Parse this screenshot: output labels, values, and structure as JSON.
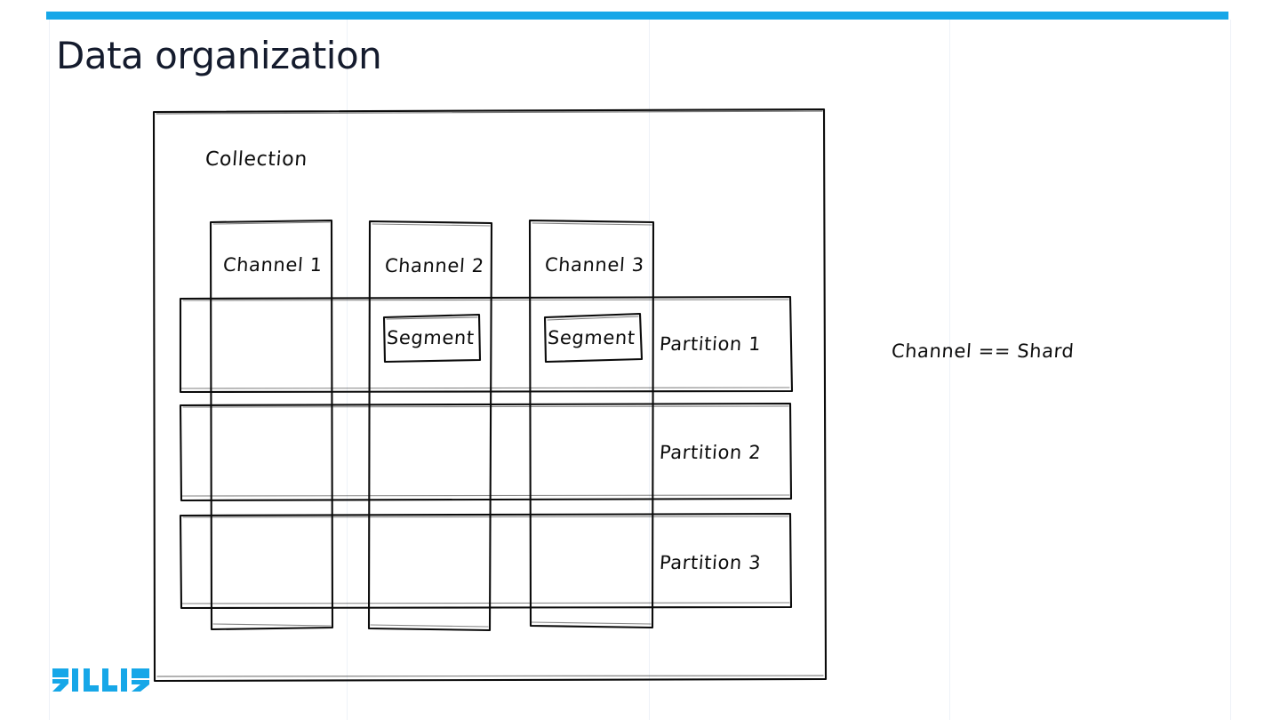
{
  "slide": {
    "title": "Data organization",
    "accent_color": "#16a7e8",
    "title_color": "#141b2d",
    "background": "#ffffff",
    "ink_color": "#0b0b0b"
  },
  "brand": {
    "logo_text": "ZILLIZ",
    "logo_color": "#16a7e8"
  },
  "diagram": {
    "style": "hand-drawn",
    "outer_box_label": "Collection",
    "columns": [
      {
        "label": "Channel 1"
      },
      {
        "label": "Channel 2"
      },
      {
        "label": "Channel 3"
      }
    ],
    "rows": [
      {
        "label": "Partition 1"
      },
      {
        "label": "Partition 2"
      },
      {
        "label": "Partition 3"
      }
    ],
    "segments": [
      {
        "label": "Segment",
        "column": "Channel 2",
        "row": "Partition 1"
      },
      {
        "label": "Segment",
        "column": "Channel 3",
        "row": "Partition 1"
      }
    ]
  },
  "annotation": {
    "text": "Channel == Shard"
  }
}
